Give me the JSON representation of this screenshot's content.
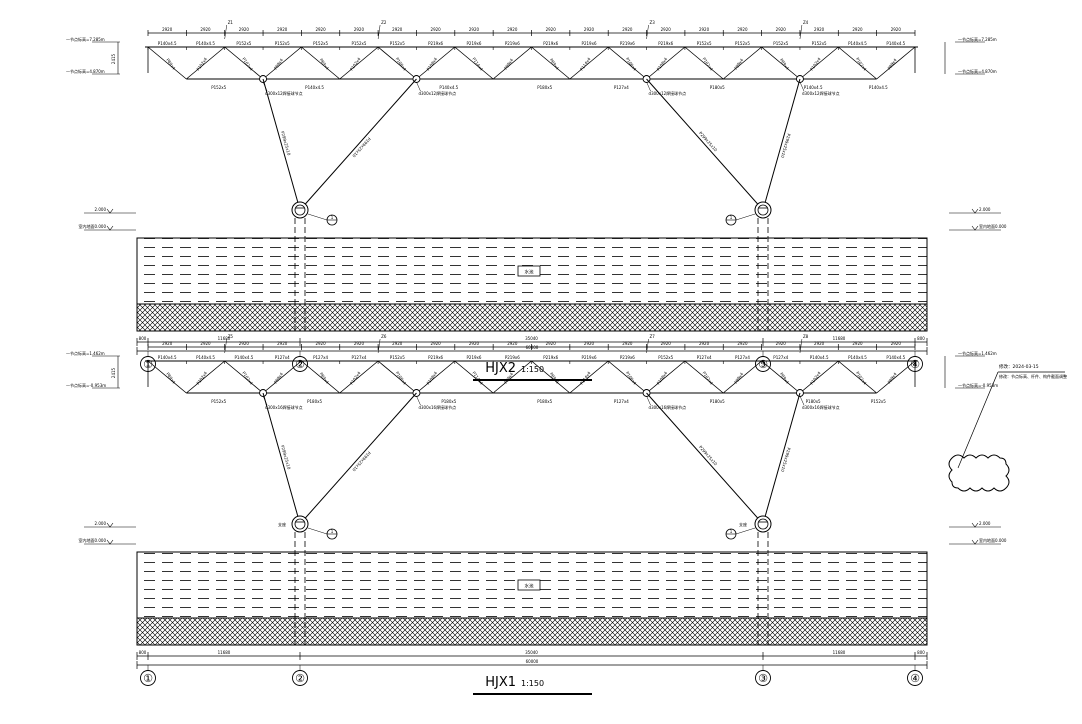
{
  "drawings": [
    {
      "id": "hjx2",
      "title": "HJX2",
      "scale": "1:150",
      "level_top": "一节点标高=7.285m",
      "level_bottom": "一节点标高=4.870m",
      "level_top_right": "一节点标高=7.285m",
      "level_bottom_right": "一节点标高=4.870m",
      "truss_depth": "2415",
      "level_2000": "2.000",
      "level_0": "室内地面0.000",
      "pool_label": "水池",
      "panel_dims": [
        "2920",
        "2920",
        "2920",
        "2920",
        "2920",
        "2920",
        "2920",
        "2920",
        "2920",
        "2920",
        "2920",
        "2920",
        "2920",
        "2920",
        "2920",
        "2920",
        "2920",
        "2920",
        "2920",
        "2920"
      ],
      "node_tags": [
        {
          "p": 2,
          "t": "Z1"
        },
        {
          "p": 6,
          "t": "Z2"
        },
        {
          "p": 13,
          "t": "Z3"
        },
        {
          "p": 17,
          "t": "Z4"
        }
      ],
      "top_members": [
        "P140x4.5",
        "P140x4.5",
        "P152x5",
        "P152x5",
        "P152x5",
        "P152x5",
        "P152x5",
        "P219x6",
        "P219x6",
        "P219x6",
        "P219x6",
        "P219x6",
        "P219x6",
        "P219x6",
        "P152x5",
        "P152x5",
        "P152x5",
        "P152x5",
        "P140x4.5",
        "P140x4.5"
      ],
      "diagonals": [
        "P89x4",
        "P102x4",
        "P102x4",
        "P89x4",
        "P89x4",
        "P102x4",
        "P108x4",
        "P108x4",
        "P114x4",
        "P89x4",
        "P89x4",
        "P114x4",
        "P108x4",
        "P108x4",
        "P102x4",
        "P89x4",
        "P89x4",
        "P102x4",
        "P102x4",
        "P89x4"
      ],
      "bottom_members": [
        "P152x5",
        "P140x4.5",
        "P140x4.5",
        "P180x5",
        "P127x4",
        "P180x5",
        "P140x4.5",
        "P140x4.5"
      ],
      "node_notes": [
        "d300x12焊接球节点",
        "d300x12焊接球节点",
        "d300x12焊接球节点",
        "d300x12焊接球节点"
      ],
      "struts": [
        "P299x25x10",
        "P299x25x10",
        "P299x25x10",
        "P299x25x10"
      ],
      "support_marks": [
        "1",
        "1"
      ],
      "dims_mid": [
        "11680",
        "35040",
        "11680"
      ],
      "dim_end_left": "800",
      "dim_end_right": "800",
      "dim_total": "60000",
      "axes": [
        "①",
        "②",
        "③",
        "④"
      ]
    },
    {
      "id": "hjx1",
      "title": "HJX1",
      "scale": "1:150",
      "level_top": "一节点标高=1.462m",
      "level_bottom": "一节点标高=-0.953m",
      "level_top_right": "一节点标高=1.462m",
      "level_bottom_right": "一节点标高=-0.953m",
      "truss_depth": "2415",
      "level_2000": "2.000",
      "level_0": "室内地面0.000",
      "pool_label": "水池",
      "panel_dims": [
        "2920",
        "2920",
        "2920",
        "2920",
        "2920",
        "2920",
        "2920",
        "2920",
        "2920",
        "2920",
        "2920",
        "2920",
        "2920",
        "2920",
        "2920",
        "2920",
        "2920",
        "2920",
        "2920",
        "2920"
      ],
      "node_tags": [
        {
          "p": 2,
          "t": "Z5"
        },
        {
          "p": 6,
          "t": "Z6"
        },
        {
          "p": 13,
          "t": "Z7"
        },
        {
          "p": 17,
          "t": "Z8"
        }
      ],
      "top_members": [
        "P140x4.5",
        "P140x4.5",
        "P140x4.5",
        "P127x4",
        "P127x4",
        "P127x4",
        "P152x5",
        "P219x6",
        "P219x6",
        "P219x6",
        "P219x6",
        "P219x6",
        "P219x6",
        "P152x5",
        "P127x4",
        "P127x4",
        "P127x4",
        "P140x4.5",
        "P140x4.5",
        "P140x4.5"
      ],
      "diagonals": [
        "P89x4",
        "P102x4",
        "P102x4",
        "P89x4",
        "P89x4",
        "P102x4",
        "P108x4",
        "P108x4",
        "P114x4",
        "P89x4",
        "P89x4",
        "P114x4",
        "P108x4",
        "P108x4",
        "P102x4",
        "P89x4",
        "P89x4",
        "P102x4",
        "P102x4",
        "P89x4"
      ],
      "bottom_members": [
        "P152x5",
        "P180x5",
        "P180x5",
        "P180x5",
        "P127x4",
        "P180x5",
        "P180x5",
        "P152x5"
      ],
      "node_notes": [
        "d300x16焊接球节点",
        "d300x16焊接球节点",
        "d300x16焊接球节点",
        "d300x16焊接球节点"
      ],
      "struts": [
        "P299x25x10",
        "P299x25x10",
        "P299x25x10",
        "P299x25x10"
      ],
      "support_marks": [
        "1",
        "1"
      ],
      "side_tags": [
        "支座",
        "支座"
      ],
      "dims_mid": [
        "11680",
        "35040",
        "11680"
      ],
      "dim_end_left": "800",
      "dim_end_right": "800",
      "dim_total": "60000",
      "axes": [
        "①",
        "②",
        "③",
        "④"
      ]
    }
  ],
  "revision_note": {
    "date": "修改：2024-03-15",
    "text": "修改：节点标高、杆件、构件截面调整"
  }
}
